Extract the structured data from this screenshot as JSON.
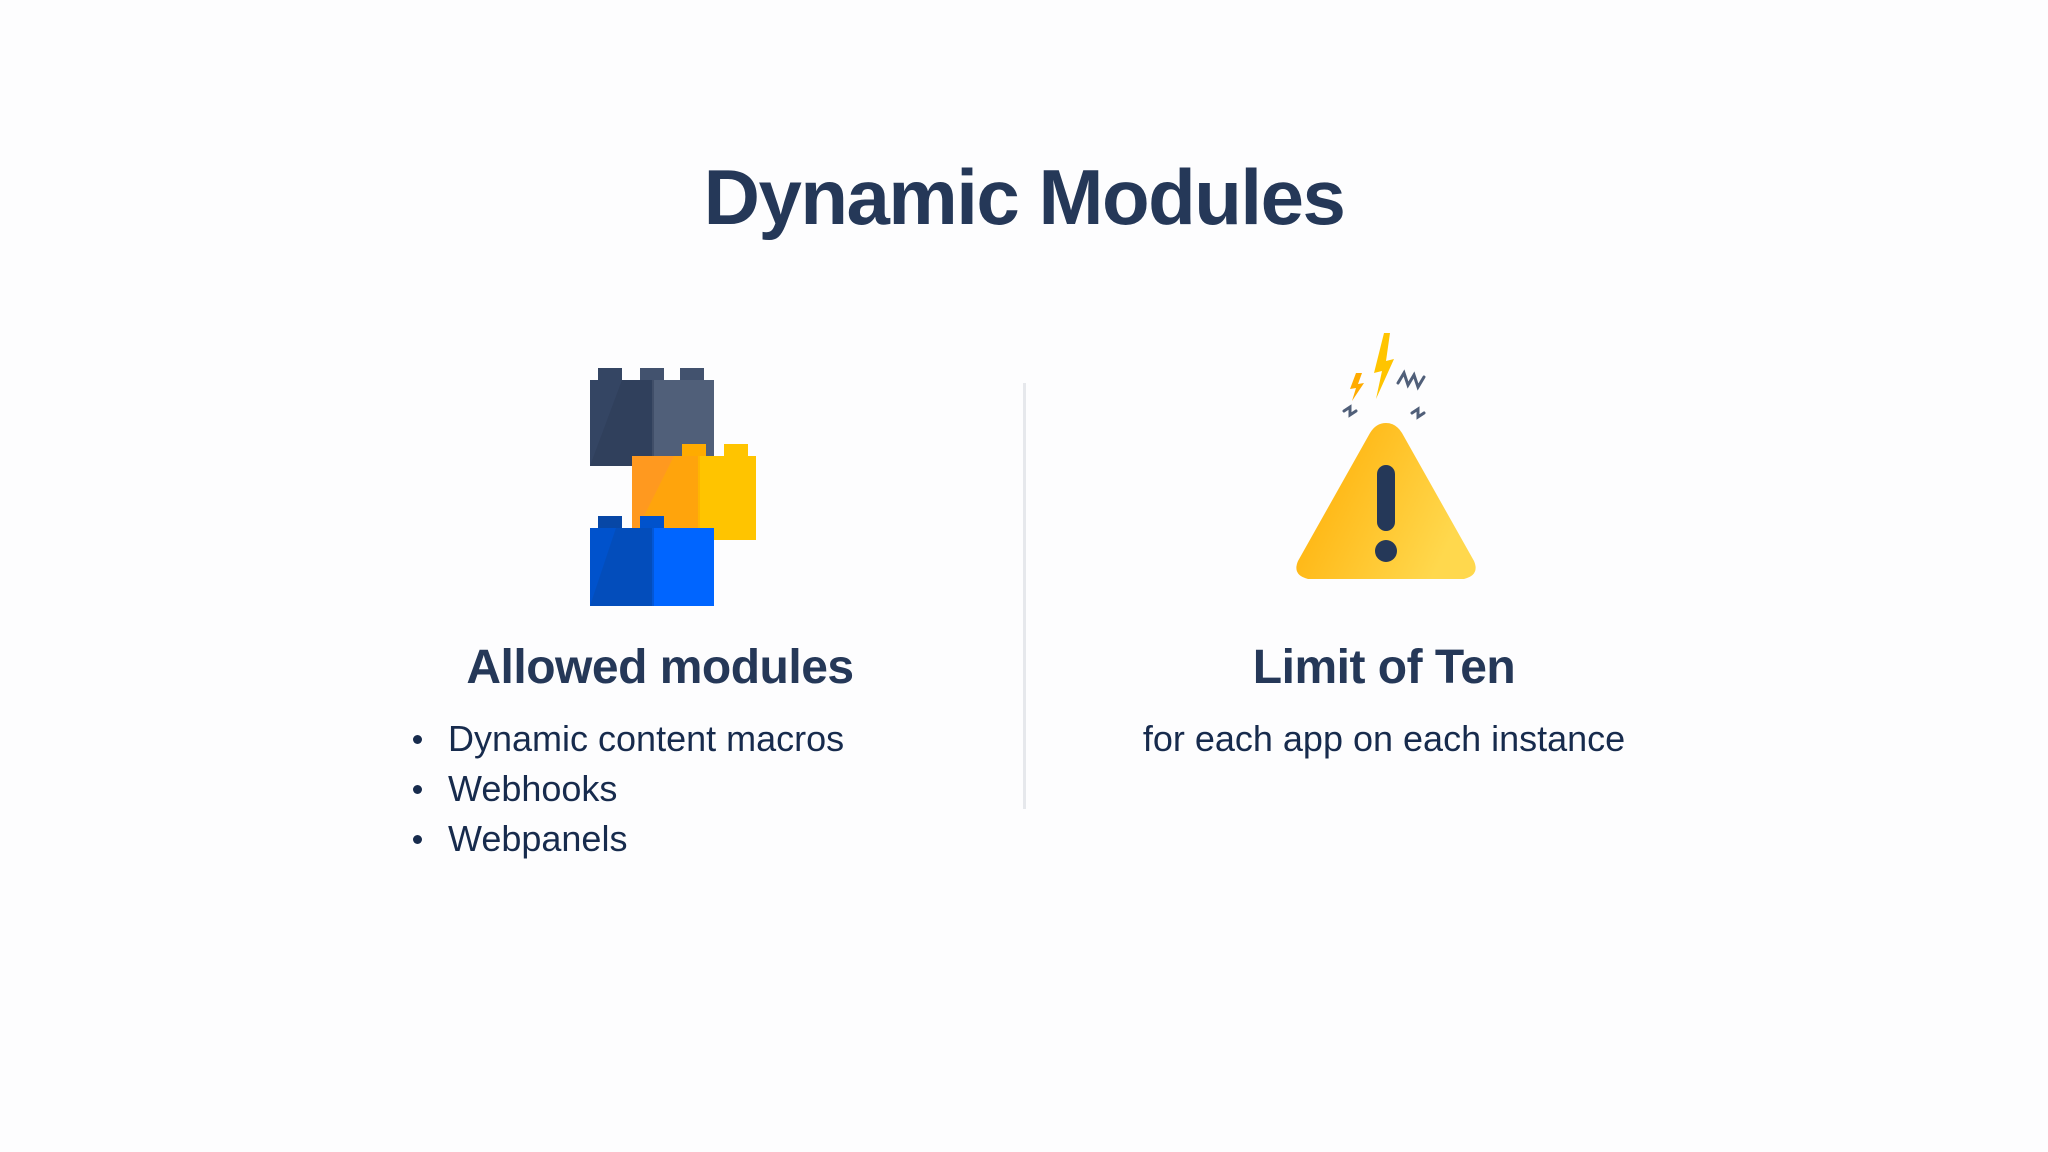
{
  "title": "Dynamic Modules",
  "left_column": {
    "icon": "stacked-blocks-icon",
    "heading": "Allowed modules",
    "items": [
      {
        "label": "Dynamic content macros"
      },
      {
        "label": "Webhooks"
      },
      {
        "label": "Webpanels"
      }
    ]
  },
  "right_column": {
    "icon": "warning-triangle-icon",
    "heading": "Limit of Ten",
    "subtitle": "for each app on each instance"
  },
  "colors": {
    "text": "#253858",
    "block_dark": "#344563",
    "block_orange": "#ff991f",
    "block_yellow": "#ffc400",
    "block_blue": "#0052cc",
    "warning_yellow": "#ffc400"
  }
}
